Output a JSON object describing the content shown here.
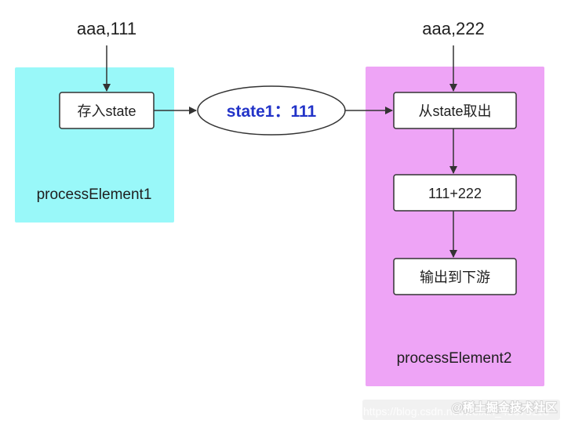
{
  "colors": {
    "region_left_fill": "#99f8f9",
    "region_right_fill": "#eea4f6",
    "state_text": "#2233c8",
    "stroke": "#333333",
    "background": "#ffffff"
  },
  "inputs": {
    "left": "aaa,111",
    "right": "aaa,222"
  },
  "regions": {
    "left_label": "processElement1",
    "right_label": "processElement2"
  },
  "nodes": {
    "store_state": "存入state",
    "state_ellipse": "state1：111",
    "take_from_state": "从state取出",
    "sum": "111+222",
    "output_downstream": "输出到下游"
  },
  "watermark": {
    "url": "https://blog.csdn.net/weixin_43878118",
    "brand": "@稀土掘金技术社区"
  }
}
